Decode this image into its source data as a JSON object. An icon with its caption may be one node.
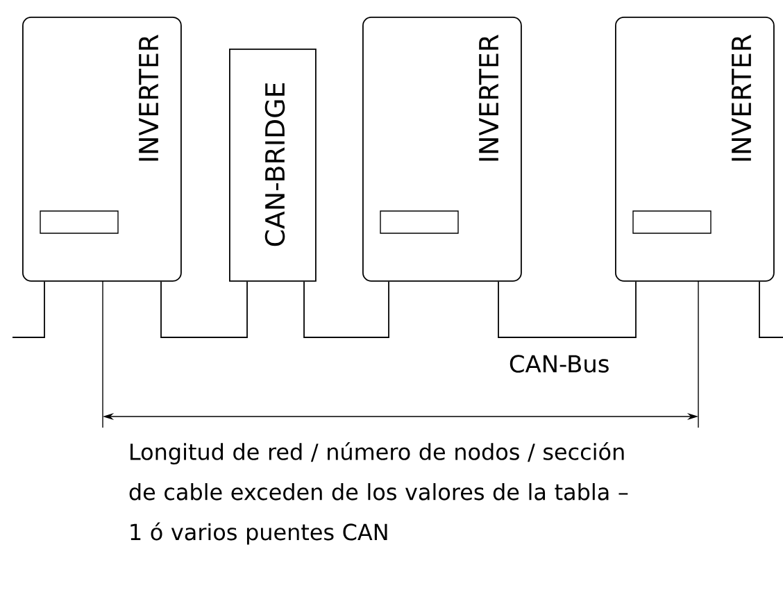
{
  "diagram": {
    "nodes": [
      {
        "text": [
          "INVERTER"
        ]
      },
      {
        "text": [],
        "shape": "box",
        "in": 0
      },
      {
        "text": [
          "CAN-BRIDGE"
        ]
      },
      {
        "text": [
          "INVERTER"
        ]
      },
      {
        "text": [],
        "shape": "box",
        "in": 3
      },
      {
        "text": [
          "INVERTER"
        ]
      },
      {
        "text": [],
        "shape": "box",
        "in": 5
      }
    ],
    "edges": [
      {
        "from": null,
        "to": 0,
        "arrow": "none"
      },
      {
        "from": 0,
        "to": 2,
        "arrow": "none"
      },
      {
        "from": 2,
        "to": 3,
        "arrow": "none"
      },
      {
        "from": 3,
        "to": 5,
        "arrow": "none"
      },
      {
        "from": 5,
        "to": null,
        "arrow": "none"
      }
    ],
    "labels": [
      "CAN-Bus",
      "Longitud de red / número de nodos / sección de cable exceden de los valores de la tabla – 1 ó varios puentes CAN"
    ]
  }
}
